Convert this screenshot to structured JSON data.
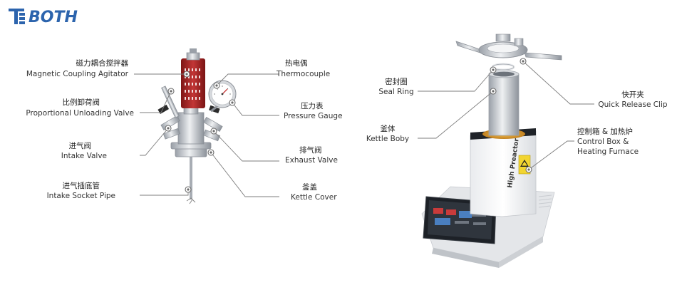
{
  "brand": {
    "name": "BOTH",
    "color": "#2c64ad"
  },
  "left_labels": {
    "agitator": {
      "cn": "磁力耦合搅拌器",
      "en": "Magnetic Coupling Agitator"
    },
    "unloading": {
      "cn": "比例卸荷阀",
      "en": "Proportional Unloading Valve"
    },
    "intake": {
      "cn": "进气阀",
      "en": "Intake Valve"
    },
    "socket": {
      "cn": "进气插底管",
      "en": "Intake Socket Pipe"
    },
    "thermo": {
      "cn": "热电偶",
      "en": "Thermocouple"
    },
    "pressure": {
      "cn": "压力表",
      "en": "Pressure Gauge"
    },
    "exhaust": {
      "cn": "排气阀",
      "en": "Exhaust Valve"
    },
    "cover": {
      "cn": "釜盖",
      "en": "Kettle Cover"
    }
  },
  "right_labels": {
    "seal": {
      "cn": "密封圈",
      "en": "Seal Ring"
    },
    "kettle": {
      "cn": "釜体",
      "en": "Kettle Boby"
    },
    "clip": {
      "cn": "快开夹",
      "en": "Quick Release Clip"
    },
    "control": {
      "cn": "控制箱 & 加热炉",
      "en1": "Control Box &",
      "en2": "Heating Furnace"
    }
  },
  "device_text": {
    "label": "High Preactor"
  },
  "colors": {
    "agitator_red": "#b02828",
    "steel": "#c8ccd2",
    "furnace_glow": "#d99a2b"
  }
}
